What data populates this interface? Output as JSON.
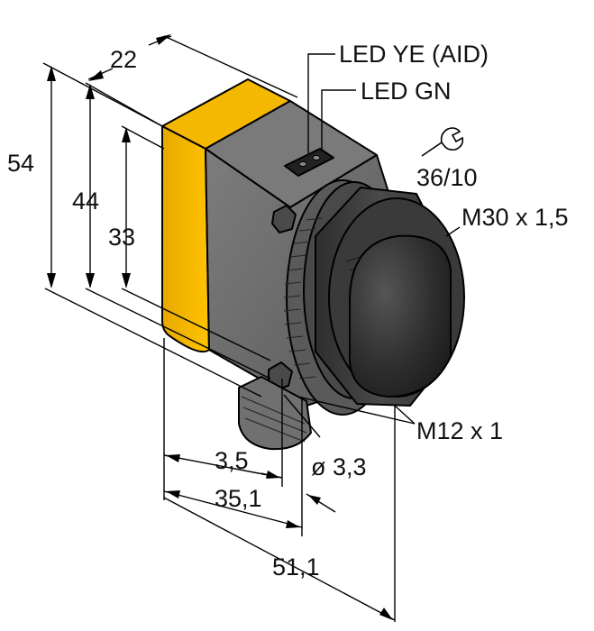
{
  "diagram": {
    "labels": {
      "led_ye": "LED YE (AID)",
      "led_gn": "LED GN",
      "wrench": "36/10",
      "thread_front": "M30 x 1,5",
      "connector": "M12 x 1",
      "hole": "ø 3,3",
      "dim_22": "22",
      "dim_54": "54",
      "dim_44": "44",
      "dim_33": "33",
      "dim_3_5": "3,5",
      "dim_35_1": "35,1",
      "dim_51_1": "51,1"
    },
    "colors": {
      "housing_yellow": "#f5b800",
      "housing_gray": "#6f6f6f",
      "nut_dark": "#3c3c3c",
      "lens_dark": "#2a2a2a"
    }
  }
}
